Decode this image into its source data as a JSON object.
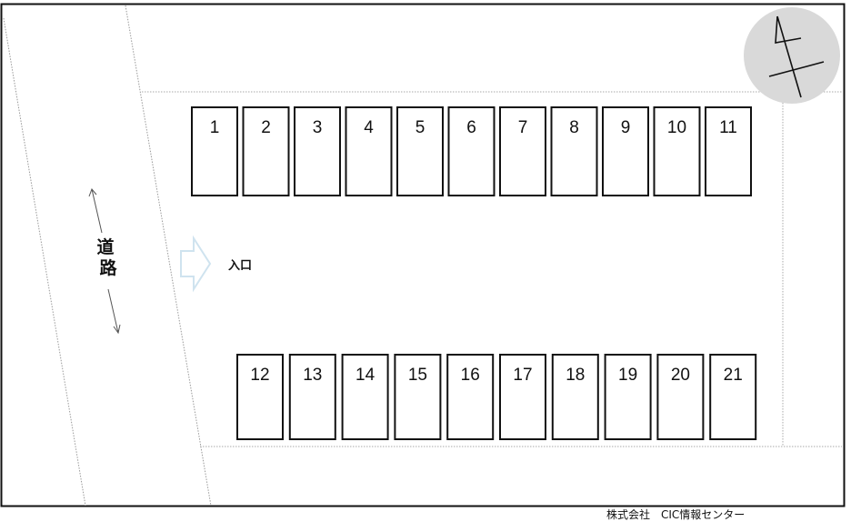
{
  "map": {
    "road_label_chars": [
      "道",
      "路"
    ],
    "entrance_label": "入口",
    "credit": "株式会社　CIC情報センター",
    "compass": "north-arrow",
    "colors": {
      "frame": "#111111",
      "lot_outline": "#9a9a9a",
      "compass_bg": "#d9d9d9",
      "entrance_arrow": "#cfe3ef"
    },
    "parking_spaces": {
      "top_row": [
        "1",
        "2",
        "3",
        "4",
        "5",
        "6",
        "7",
        "8",
        "9",
        "10",
        "11"
      ],
      "bottom_row": [
        "12",
        "13",
        "14",
        "15",
        "16",
        "17",
        "18",
        "19",
        "20",
        "21"
      ]
    }
  }
}
